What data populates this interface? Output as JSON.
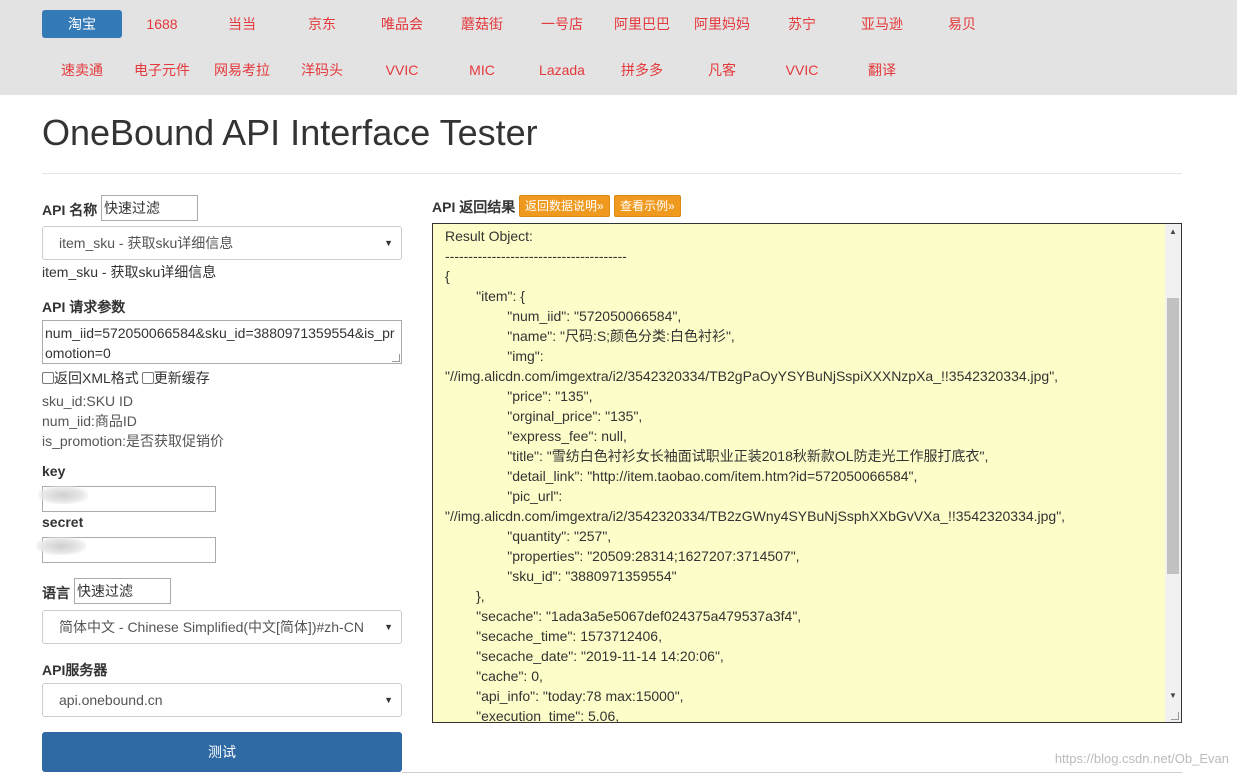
{
  "nav": {
    "row1": [
      "淘宝",
      "1688",
      "当当",
      "京东",
      "唯品会",
      "蘑菇街",
      "一号店",
      "阿里巴巴",
      "阿里妈妈",
      "苏宁",
      "亚马逊",
      "易贝"
    ],
    "row2": [
      "速卖通",
      "电子元件",
      "网易考拉",
      "洋码头",
      "VVIC",
      "MIC",
      "Lazada",
      "拼多多",
      "凡客",
      "VVIC",
      "翻译"
    ],
    "active": "淘宝",
    "colors": {
      "link": "#e4393c",
      "active_bg": "#337ab7",
      "bar_bg": "#e3e3e3"
    }
  },
  "page": {
    "title": "OneBound API Interface Tester"
  },
  "left": {
    "api_name_label": "API 名称",
    "api_filter_value": "快速过滤",
    "api_selected": "item_sku - 获取sku详细信息",
    "api_desc": "item_sku - 获取sku详细信息",
    "params_label": "API 请求参数",
    "params_value": "num_iid=572050066584&sku_id=3880971359554&is_promotion=0",
    "check_xml": "返回XML格式",
    "check_cache": "更新缓存",
    "param_notes": [
      "sku_id:SKU ID",
      "num_iid:商品ID",
      "is_promotion:是否获取促销价"
    ],
    "key_label": "key",
    "secret_label": "secret",
    "lang_label": "语言",
    "lang_filter_value": "快速过滤",
    "lang_selected": "简体中文 - Chinese Simplified(中文[简体])#zh-CN",
    "server_label": "API服务器",
    "server_selected": "api.onebound.cn",
    "test_button": "测试"
  },
  "right": {
    "result_label": "API 返回结果",
    "btn_doc": "返回数据说明»",
    "btn_example": "查看示例»",
    "result_lines": [
      "Result Object:",
      "---------------------------------------",
      "{",
      "        \"item\": {",
      "                \"num_iid\": \"572050066584\",",
      "                \"name\": \"尺码:S;颜色分类:白色衬衫\",",
      "                \"img\":",
      "\"//img.alicdn.com/imgextra/i2/3542320334/TB2gPaOyYSYBuNjSspiXXXNzpXa_!!3542320334.jpg\",",
      "                \"price\": \"135\",",
      "                \"orginal_price\": \"135\",",
      "                \"express_fee\": null,",
      "                \"title\": \"雪纺白色衬衫女长袖面试职业正装2018秋新款OL防走光工作服打底衣\",",
      "                \"detail_link\": \"http://item.taobao.com/item.htm?id=572050066584\",",
      "                \"pic_url\":",
      "\"//img.alicdn.com/imgextra/i2/3542320334/TB2zGWny4SYBuNjSsphXXbGvVXa_!!3542320334.jpg\",",
      "                \"quantity\": \"257\",",
      "                \"properties\": \"20509:28314;1627207:3714507\",",
      "                \"sku_id\": \"3880971359554\"",
      "        },",
      "        \"secache\": \"1ada3a5e5067def024375a479537a3f4\",",
      "        \"secache_time\": 1573712406,",
      "        \"secache_date\": \"2019-11-14 14:20:06\",",
      "        \"cache\": 0,",
      "        \"api_info\": \"today:78 max:15000\",",
      "        \"execution_time\": 5.06,"
    ],
    "colors": {
      "result_bg": "#fdfdc9",
      "button_bg": "#ef9a1e"
    }
  },
  "watermark": "https://blog.csdn.net/Ob_Evan"
}
